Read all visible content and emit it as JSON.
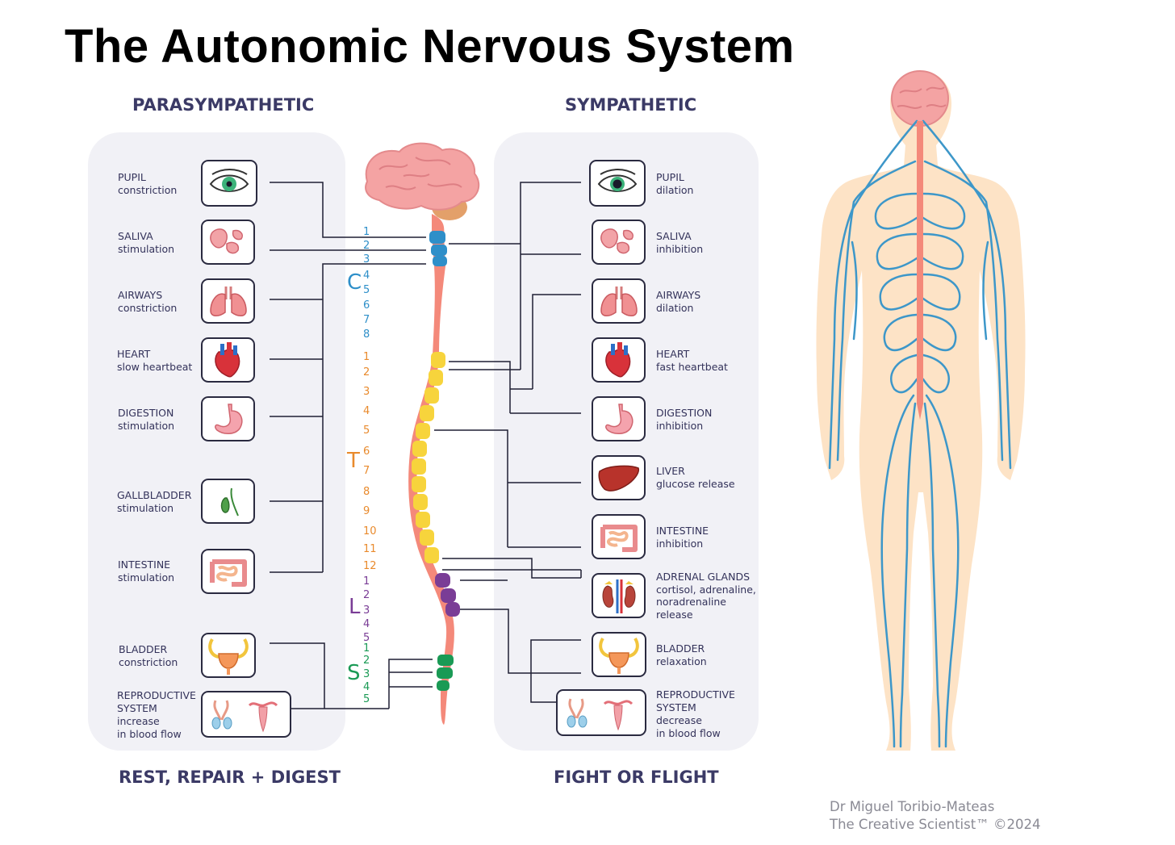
{
  "title": "The Autonomic Nervous System",
  "parasympathetic": {
    "heading": "PARASYMPATHETIC",
    "footer": "REST, REPAIR + DIGEST",
    "organs": [
      {
        "name": "PUPIL",
        "effect": [
          "constriction"
        ],
        "icon": "eye-icon"
      },
      {
        "name": "SALIVA",
        "effect": [
          "stimulation"
        ],
        "icon": "salivary-gland-icon"
      },
      {
        "name": "AIRWAYS",
        "effect": [
          "constriction"
        ],
        "icon": "lungs-icon"
      },
      {
        "name": "HEART",
        "effect": [
          "slow heartbeat"
        ],
        "icon": "heart-icon"
      },
      {
        "name": "DIGESTION",
        "effect": [
          "stimulation"
        ],
        "icon": "stomach-icon"
      },
      {
        "name": "GALLBLADDER",
        "effect": [
          "stimulation"
        ],
        "icon": "gallbladder-icon"
      },
      {
        "name": "INTESTINE",
        "effect": [
          "stimulation"
        ],
        "icon": "intestine-icon"
      },
      {
        "name": "BLADDER",
        "effect": [
          "constriction"
        ],
        "icon": "bladder-icon"
      },
      {
        "name": "REPRODUCTIVE",
        "effect": [
          "SYSTEM",
          "increase",
          "in blood flow"
        ],
        "icon": "reproductive-system-icon"
      }
    ]
  },
  "sympathetic": {
    "heading": "SYMPATHETIC",
    "footer": "FIGHT OR FLIGHT",
    "organs": [
      {
        "name": "PUPIL",
        "effect": [
          "dilation"
        ],
        "icon": "eye-icon"
      },
      {
        "name": "SALIVA",
        "effect": [
          "inhibition"
        ],
        "icon": "salivary-gland-icon"
      },
      {
        "name": "AIRWAYS",
        "effect": [
          "dilation"
        ],
        "icon": "lungs-icon"
      },
      {
        "name": "HEART",
        "effect": [
          "fast heartbeat"
        ],
        "icon": "heart-icon"
      },
      {
        "name": "DIGESTION",
        "effect": [
          "inhibition"
        ],
        "icon": "stomach-icon"
      },
      {
        "name": "LIVER",
        "effect": [
          "glucose release"
        ],
        "icon": "liver-icon"
      },
      {
        "name": "INTESTINE",
        "effect": [
          "inhibition"
        ],
        "icon": "intestine-icon"
      },
      {
        "name": "ADRENAL GLANDS",
        "effect": [
          "cortisol, adrenaline,",
          "noradrenaline",
          "release"
        ],
        "icon": "kidney-adrenal-icon"
      },
      {
        "name": "BLADDER",
        "effect": [
          "relaxation"
        ],
        "icon": "bladder-icon"
      },
      {
        "name": "REPRODUCTIVE",
        "effect": [
          "SYSTEM",
          "decrease",
          "in blood flow"
        ],
        "icon": "reproductive-system-icon"
      }
    ]
  },
  "spine": {
    "regions": [
      {
        "letter": "C",
        "color": "#2e8fc9",
        "numbers": [
          "1",
          "2",
          "3",
          "4",
          "5",
          "6",
          "7",
          "8"
        ]
      },
      {
        "letter": "T",
        "color": "#e98a2c",
        "numbers": [
          "1",
          "2",
          "3",
          "4",
          "5",
          "6",
          "7",
          "8",
          "9",
          "10",
          "11",
          "12"
        ]
      },
      {
        "letter": "L",
        "color": "#7a3d96",
        "numbers": [
          "1",
          "2",
          "3",
          "4",
          "5"
        ]
      },
      {
        "letter": "S",
        "color": "#1a9a55",
        "numbers": [
          "1",
          "2",
          "3",
          "4",
          "5"
        ]
      }
    ]
  },
  "credit": {
    "line1": "Dr Miguel Toribio-Mateas",
    "line2": "The Creative Scientist™ ©2024"
  },
  "colors": {
    "heading": "#3b3a66",
    "panel": "#f1f1f6",
    "cervical": "#2e8fc9",
    "thoracic": "#e98a2c",
    "lumbar": "#7a3d96",
    "sacral": "#1a9a55",
    "spinal_cord": "#f4897a",
    "nerve": "#3d97c9",
    "body_skin": "#fde3c6"
  }
}
